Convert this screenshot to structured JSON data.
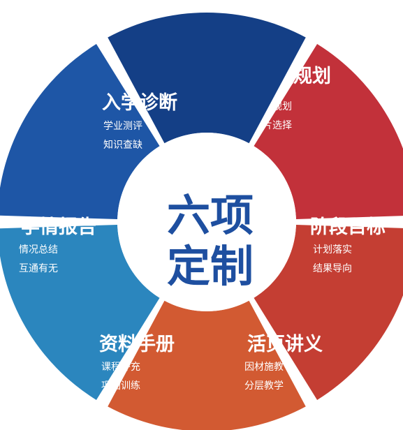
{
  "diagram": {
    "center": {
      "line1": "六项",
      "line2": "定制",
      "color": "#1e4fa0"
    },
    "segments": [
      {
        "title": "课程规划",
        "subs": [
          "内容规划",
          "切片选择"
        ],
        "color": "#c2313a"
      },
      {
        "title": "阶段目标",
        "subs": [
          "计划落实",
          "结果导向"
        ],
        "color": "#c43e33"
      },
      {
        "title": "活页讲义",
        "subs": [
          "因材施教",
          "分层教学"
        ],
        "color": "#d25a32"
      },
      {
        "title": "资料手册",
        "subs": [
          "课程补充",
          "巩固训练"
        ],
        "color": "#2b86be"
      },
      {
        "title": "学情报告",
        "subs": [
          "情况总结",
          "互通有无"
        ],
        "color": "#1e56a6"
      },
      {
        "title": "入学诊断",
        "subs": [
          "学业测评",
          "知识查缺"
        ],
        "color": "#143f86"
      }
    ]
  }
}
